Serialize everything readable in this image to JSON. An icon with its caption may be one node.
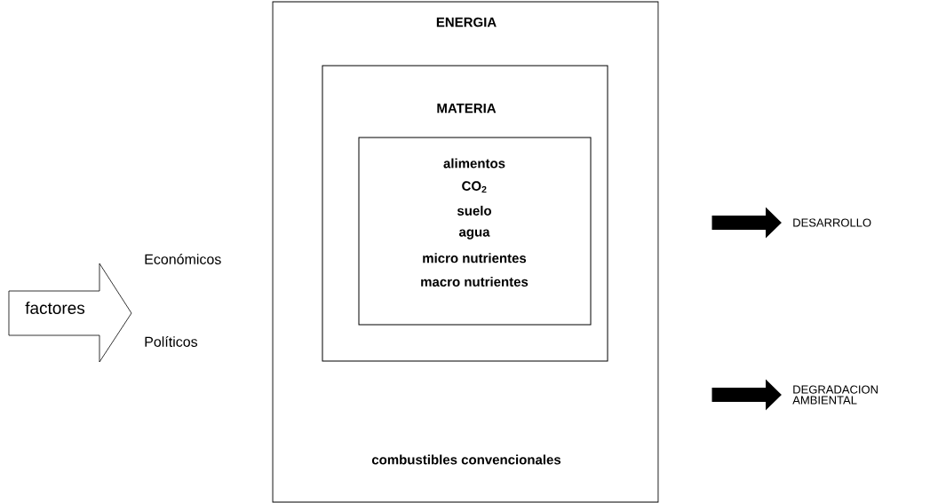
{
  "diagram": {
    "nodes": [
      {
        "text": [
          "ENERGIA",
          "combustibles convencionales"
        ]
      },
      {
        "text": [
          "MATERIA"
        ],
        "in": 0
      },
      {
        "text": [
          "alimentos",
          "CO$_{2}$",
          "suelo",
          "agua",
          "micro nutrientes",
          "macro nutrientes"
        ],
        "in": 1
      },
      {
        "text": [
          "factores"
        ]
      },
      {
        "text": [
          "DESARROLLO"
        ]
      },
      {
        "text": [
          "DEGRADACION AMBIENTAL"
        ]
      }
    ],
    "edges": [
      {
        "from": 0,
        "to": 4,
        "arrow": "to"
      },
      {
        "from": 0,
        "to": 5,
        "arrow": "to"
      }
    ],
    "labels": [
      "Económicos",
      "Políticos"
    ]
  }
}
